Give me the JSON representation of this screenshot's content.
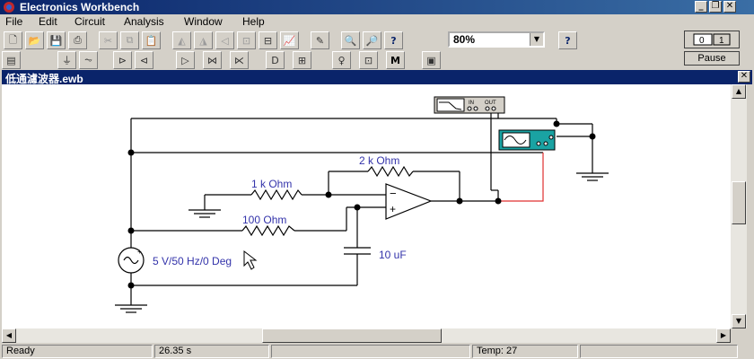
{
  "app": {
    "title": "Electronics Workbench"
  },
  "menu": {
    "items": [
      {
        "label": "File"
      },
      {
        "label": "Edit"
      },
      {
        "label": "Circuit"
      },
      {
        "label": "Analysis"
      },
      {
        "label": "Window"
      },
      {
        "label": "Help"
      }
    ]
  },
  "toolbar": {
    "zoom_value": "80%",
    "help_label": "?",
    "pause_label": "Pause"
  },
  "document": {
    "title": "低通濾波器.ewb"
  },
  "circuit": {
    "r_feedback": "2 k Ohm",
    "r_input": "1 k Ohm",
    "r_series": "100  Ohm",
    "capacitor": "10 uF",
    "source": "5 V/50 Hz/0 Deg",
    "opamp_minus": "−",
    "opamp_plus": "+",
    "bode_in": "IN",
    "bode_out": "OUT"
  },
  "status": {
    "state": "Ready",
    "time": "26.35 s",
    "temp": "Temp:  27"
  },
  "colors": {
    "title_blue": "#0a246a",
    "wire": "#000000",
    "probe": "#e03030",
    "label": "#3333aa",
    "scope": "#1aa3a3"
  }
}
